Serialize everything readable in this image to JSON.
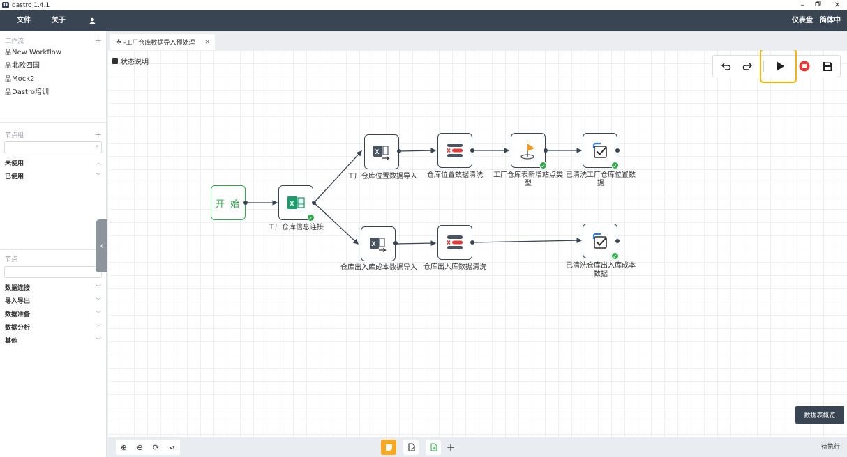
{
  "app": {
    "title": "dastro 1.4.1"
  },
  "window_controls": {
    "minimize": "–",
    "maximize": "▫",
    "close": "✕"
  },
  "menu": {
    "file": "文件",
    "about": "关于",
    "user_icon": "user-icon",
    "dashboard": "仪表盘",
    "language": "简体中文"
  },
  "sidebar": {
    "workflows_header": "工作流",
    "workflows": [
      "New Workflow",
      "北欧四国",
      "Mock2",
      "Dastro培训"
    ],
    "node_groups_header": "节点组",
    "node_groups": [
      {
        "label": "未使用",
        "expanded": true
      },
      {
        "label": "已使用",
        "expanded": false
      }
    ],
    "nodes_header": "节点",
    "node_categories": [
      "数据连接",
      "导入导出",
      "数据准备",
      "数据分析",
      "其他"
    ],
    "collapse_arrow": "‹"
  },
  "tab": {
    "label": "-工厂仓库数据导入预处理",
    "close": "×"
  },
  "canvas": {
    "status_note": "状态说明",
    "toolbar": {
      "undo": "⮌",
      "redo": "⮎",
      "run": "▶",
      "stop": "■",
      "save": "save-icon"
    },
    "start_label": "开 始",
    "nodes": [
      {
        "id": "n1",
        "label": "工厂仓库信息连接",
        "icon": "excel-icon",
        "status": "ok"
      },
      {
        "id": "n2",
        "label": "工厂仓库位置数据导入",
        "icon": "excel-import-icon",
        "status": ""
      },
      {
        "id": "n3",
        "label": "仓库位置数据清洗",
        "icon": "data-clean-icon",
        "status": ""
      },
      {
        "id": "n4",
        "label": "工厂仓库表新增站点类型",
        "icon": "flag-icon",
        "status": "ok"
      },
      {
        "id": "n5",
        "label": "已清洗工厂仓库位置数据",
        "icon": "checked-table-icon",
        "status": "ok"
      },
      {
        "id": "n6",
        "label": "仓库出入库成本数据导入",
        "icon": "excel-import-icon",
        "status": ""
      },
      {
        "id": "n7",
        "label": "仓库出入库数据清洗",
        "icon": "data-clean-icon",
        "status": ""
      },
      {
        "id": "n8",
        "label": "已清洗仓库出入库成本数据",
        "icon": "checked-table-icon",
        "status": "ok"
      }
    ],
    "data_overview_button": "数据表概览"
  },
  "bottom": {
    "pending_label": "待执行"
  },
  "colors": {
    "menubar": "#3a4553",
    "accent_green": "#2eaa4a",
    "highlight": "#f4b400",
    "stop_red": "#e53935",
    "flag_orange": "#f29b1d",
    "excel_green": "#1e9b6b"
  }
}
